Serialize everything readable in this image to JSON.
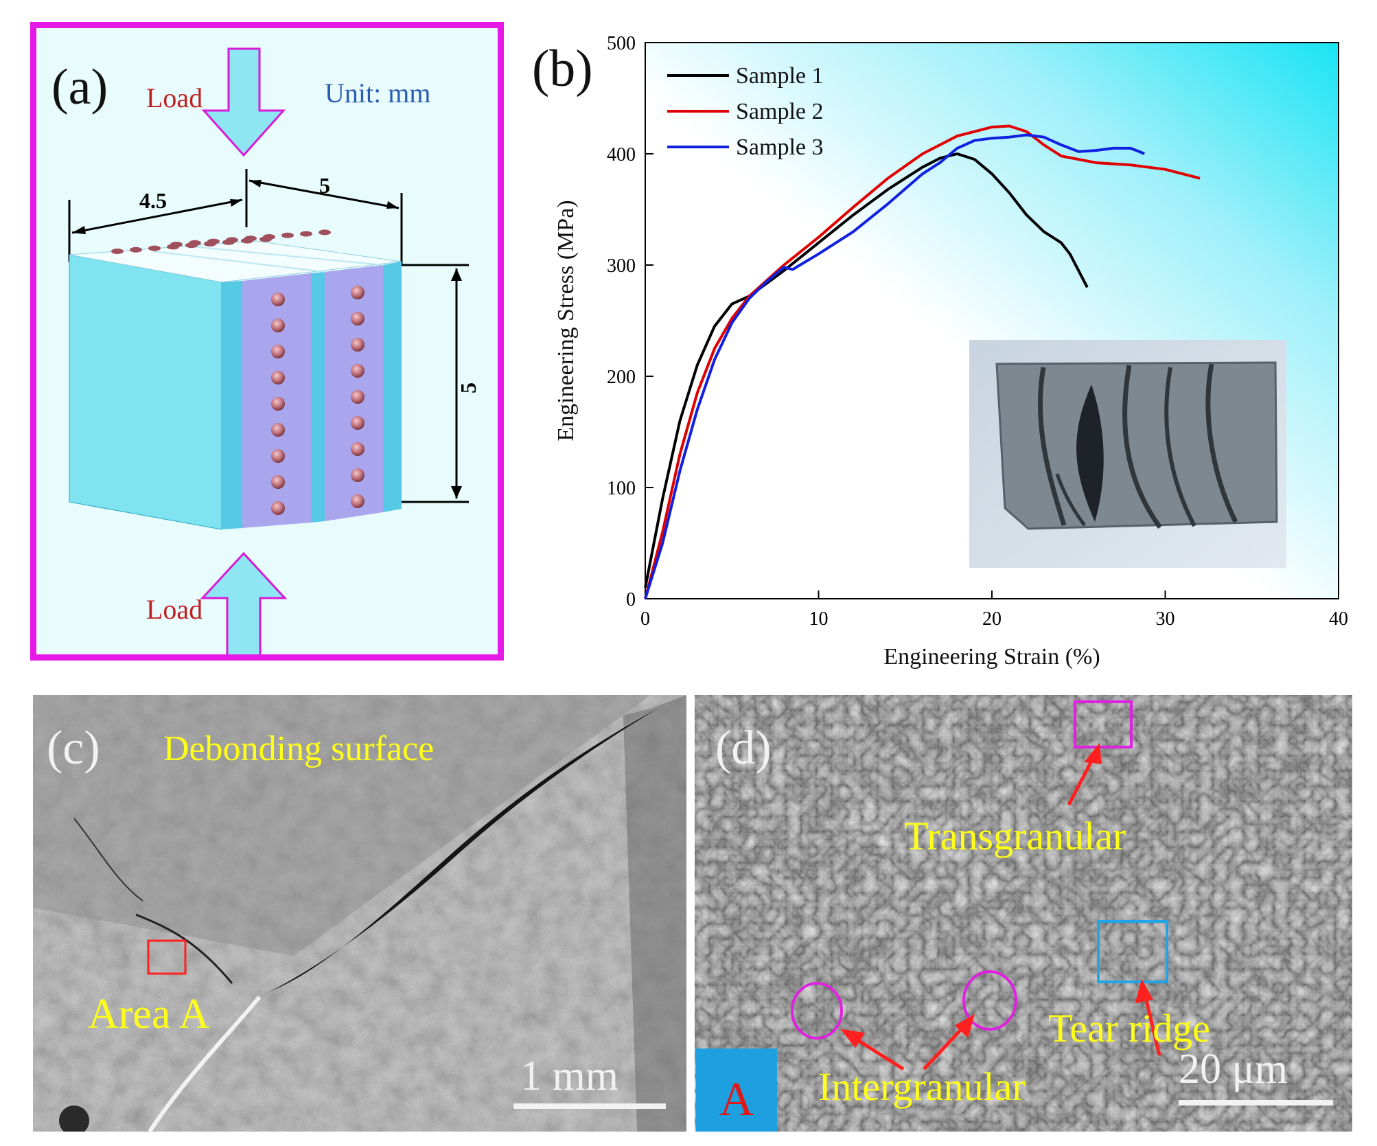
{
  "panel_a": {
    "label": "(a)",
    "load_top": "Load",
    "load_bottom": "Load",
    "unit": "Unit: mm",
    "dim_width": "4.5",
    "dim_depth": "5",
    "dim_height": "5",
    "colors": {
      "border": "#e619e6",
      "block": "#7fe4f0",
      "layer": "#a9a6ee",
      "ball": "#c0707a"
    }
  },
  "panel_b": {
    "label": "(b)",
    "legend": [
      "Sample 1",
      "Sample 2",
      "Sample 3"
    ],
    "inset": "photo of compressed sample showing cracks"
  },
  "chart_data": {
    "type": "line",
    "xlabel": "Engineering Strain (%)",
    "ylabel": "Engineering Stress (MPa)",
    "xlim": [
      0,
      40
    ],
    "ylim": [
      0,
      500
    ],
    "xticks": [
      0,
      10,
      20,
      30,
      40
    ],
    "yticks": [
      0,
      100,
      200,
      300,
      400,
      500
    ],
    "legend_position": "top-left",
    "series": [
      {
        "name": "Sample 1",
        "color": "#000000",
        "x": [
          0,
          1,
          2,
          3,
          4,
          5,
          6,
          8,
          10,
          12,
          14,
          16,
          17,
          18,
          19,
          20,
          21,
          22,
          23,
          24,
          24.5,
          25,
          25.5
        ],
        "y": [
          10,
          90,
          160,
          210,
          245,
          265,
          272,
          295,
          320,
          345,
          368,
          388,
          396,
          400,
          395,
          382,
          365,
          345,
          330,
          320,
          310,
          295,
          280
        ]
      },
      {
        "name": "Sample 2",
        "color": "#e00000",
        "x": [
          0,
          1,
          2,
          3,
          4,
          5,
          6,
          8,
          10,
          12,
          14,
          16,
          18,
          20,
          21,
          22,
          23,
          24,
          26,
          28,
          30,
          32
        ],
        "y": [
          0,
          60,
          130,
          185,
          225,
          252,
          272,
          300,
          325,
          352,
          378,
          400,
          416,
          424,
          425,
          420,
          408,
          398,
          392,
          390,
          386,
          378
        ]
      },
      {
        "name": "Sample 3",
        "color": "#1020e0",
        "x": [
          0,
          1,
          2,
          3,
          4,
          5,
          6,
          7,
          8,
          8.5,
          10,
          12,
          14,
          16,
          17,
          18,
          19,
          20,
          21,
          22,
          23,
          24,
          25,
          26,
          27,
          28,
          28.5,
          28.8
        ],
        "y": [
          0,
          50,
          115,
          170,
          215,
          248,
          270,
          285,
          298,
          296,
          310,
          330,
          355,
          382,
          392,
          405,
          412,
          414,
          415,
          417,
          415,
          408,
          402,
          403,
          405,
          405,
          402,
          400
        ]
      }
    ]
  },
  "panel_c": {
    "label": "(c)",
    "title": "Debonding surface",
    "area": "Area A",
    "scale": "1 mm"
  },
  "panel_d": {
    "label": "(d)",
    "trans": "Transgranular",
    "tear": "Tear ridge",
    "inter": "Intergranular",
    "scale": "20 μm",
    "badge": "A"
  }
}
